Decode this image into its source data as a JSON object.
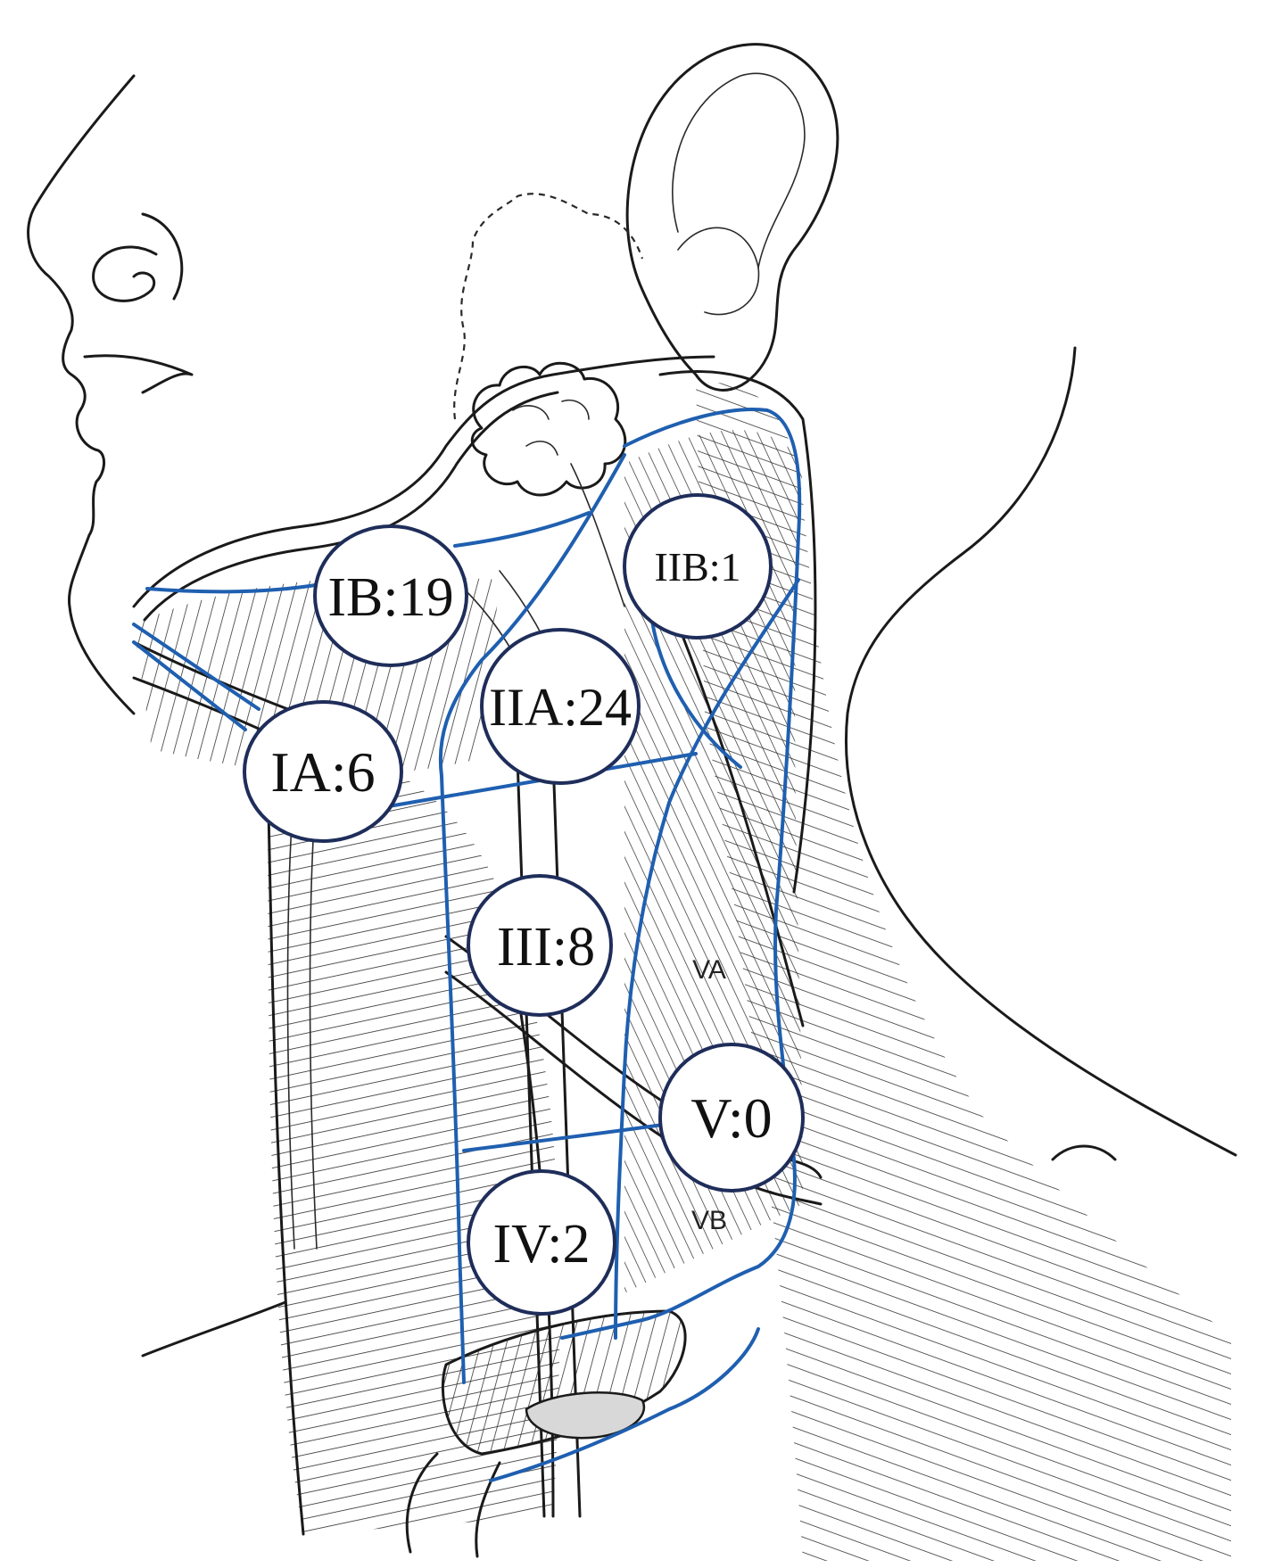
{
  "levels": [
    {
      "id": "IB",
      "label": "IB:19"
    },
    {
      "id": "IIB",
      "label": "IIB:1"
    },
    {
      "id": "IIA",
      "label": "IIA:24"
    },
    {
      "id": "IA",
      "label": "IA:6"
    },
    {
      "id": "III",
      "label": "III:8"
    },
    {
      "id": "V",
      "label": "V:0"
    },
    {
      "id": "IV",
      "label": "IV:2"
    }
  ],
  "sublevels": {
    "va": "VA",
    "vb": "VB"
  },
  "colors": {
    "boundary": "#1f5fb0",
    "bubble_stroke": "#1f2d5a",
    "ink": "#1a1a1a"
  }
}
